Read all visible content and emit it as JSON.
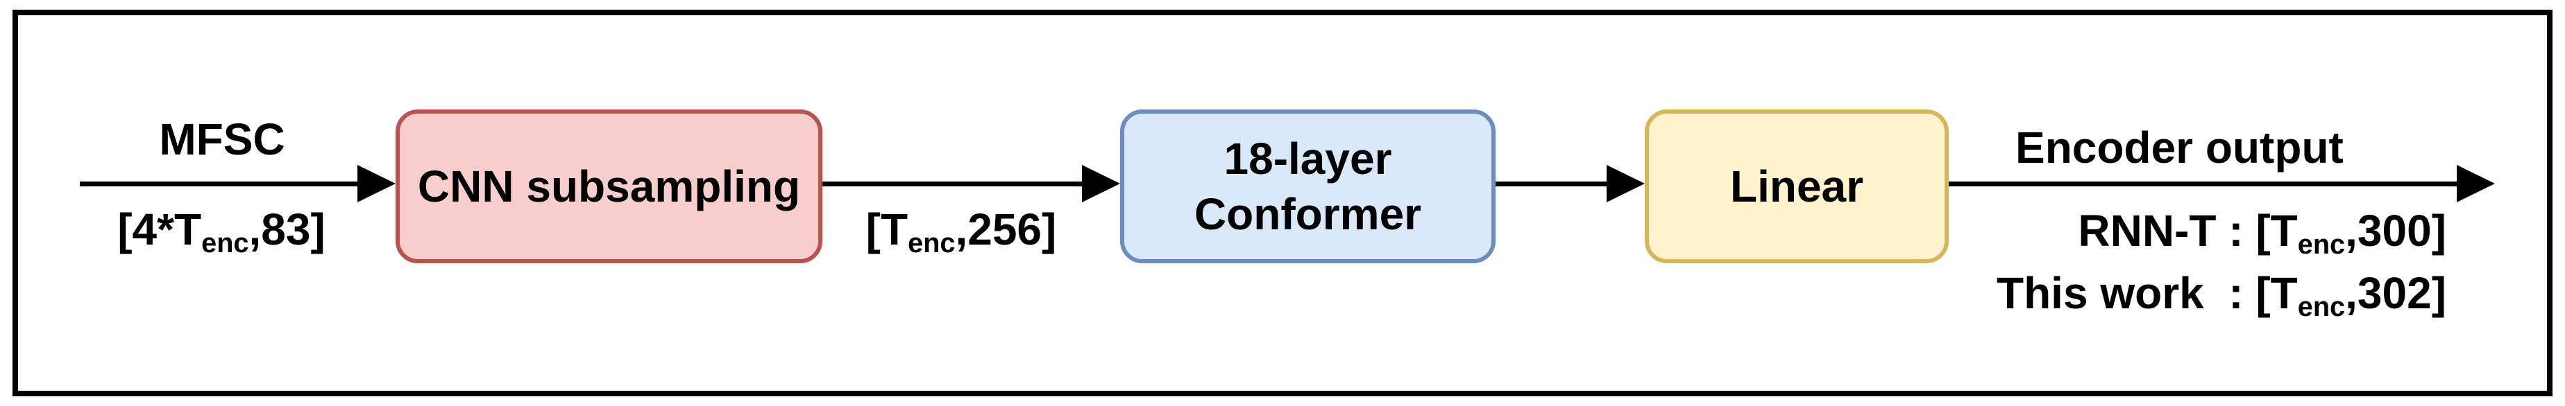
{
  "figure": {
    "type": "flow-diagram",
    "description_visible_text_only": true,
    "colors": {
      "background": "#ffffff",
      "frame_border": "#000000",
      "arrow": "#000000",
      "text": "#000000",
      "cnn_fill": "#f8cecc",
      "cnn_stroke": "#b85450",
      "conformer_fill": "#dae8fc",
      "conformer_stroke": "#6c8ebf",
      "linear_fill": "#fff2cc",
      "linear_stroke": "#d6b656"
    },
    "boxes": {
      "cnn": {
        "label": "CNN subsampling"
      },
      "conformer": {
        "line1": "18-layer",
        "line2": "Conformer"
      },
      "linear": {
        "label": "Linear"
      }
    },
    "labels": {
      "input_name": "MFSC",
      "input_shape": {
        "pre": "[4*T",
        "sub": "enc",
        "post": ",83]"
      },
      "subsampled_shape": {
        "pre": "[T",
        "sub": "enc",
        "post": ",256]"
      },
      "output_name": "Encoder output",
      "output_lines": [
        {
          "name": "RNN-T",
          "sep": " : ",
          "pre": "[T",
          "sub": "enc",
          "post": ",300]"
        },
        {
          "name": "This work",
          "sep": "  : ",
          "pre": "[T",
          "sub": "enc",
          "post": ",302]"
        }
      ]
    }
  }
}
